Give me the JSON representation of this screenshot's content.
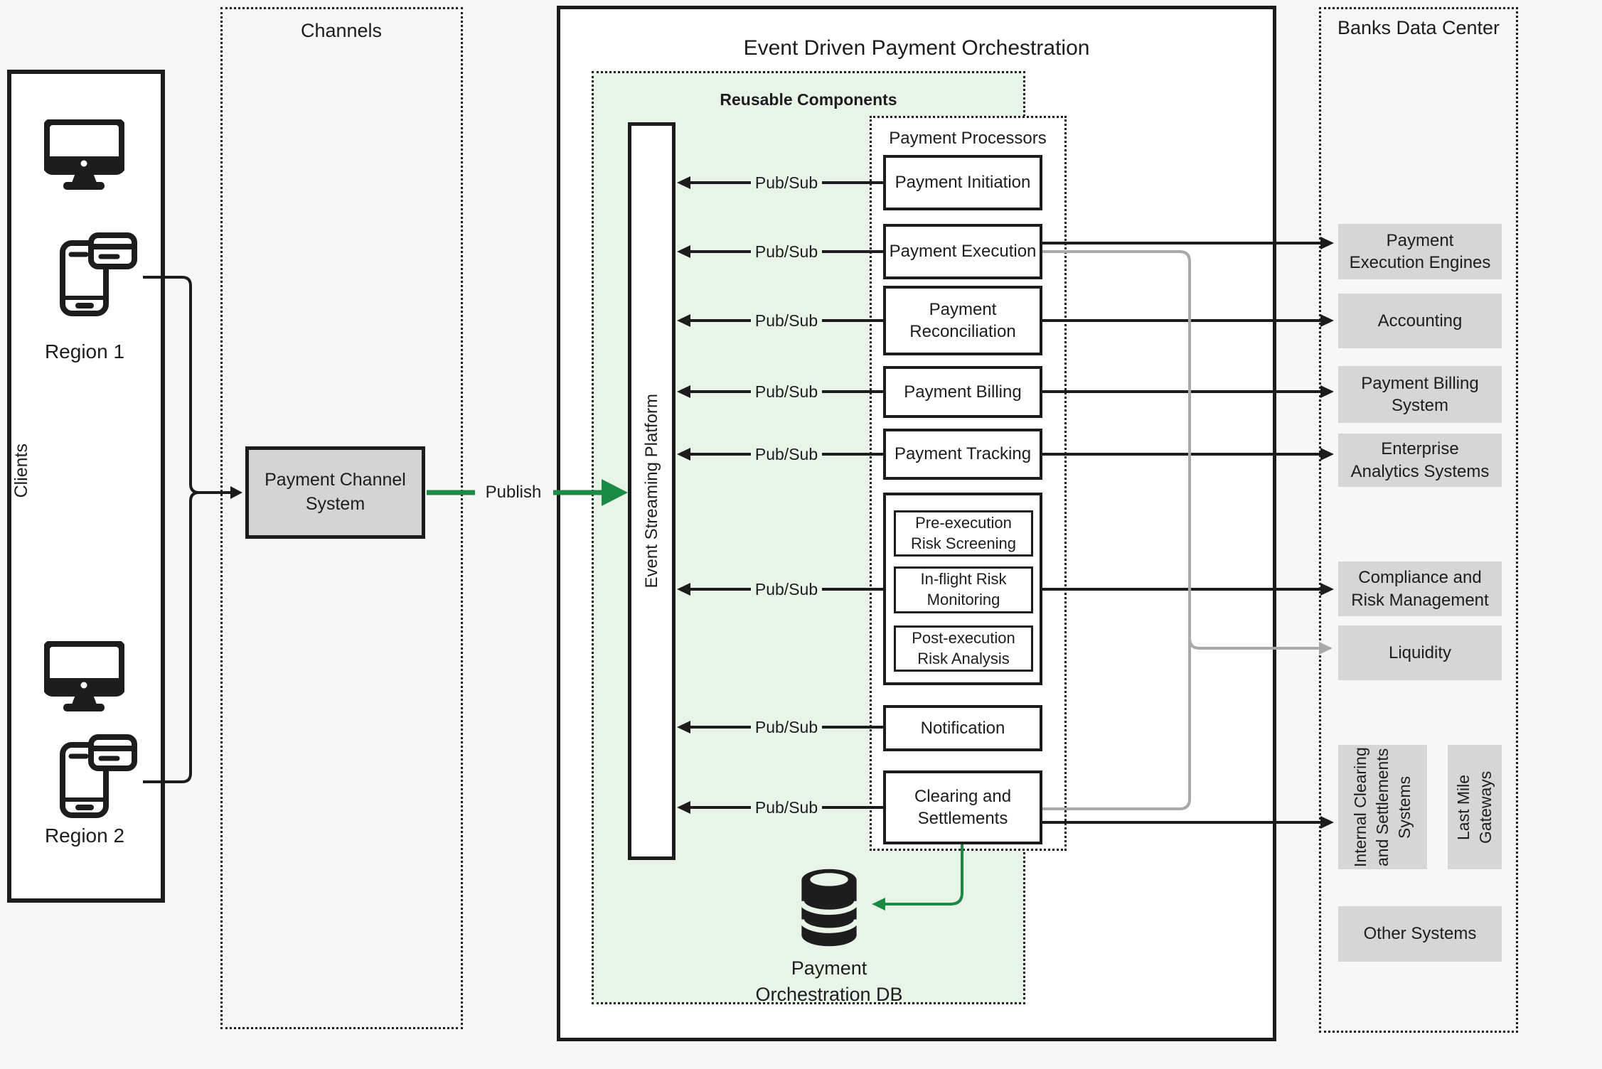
{
  "colors": {
    "background": "#f7f7f7",
    "ink": "#1c1c1c",
    "accent_green": "#1b8a45",
    "light_green_fill": "#e9f4e9",
    "gray_box_fill": "#d6d6d6",
    "gray_line": "#a9a9a9"
  },
  "clients": {
    "label": "Clients",
    "regions": [
      "Region 1",
      "Region 2"
    ],
    "icons": [
      "desktop-computer",
      "mobile-card-payment"
    ]
  },
  "channels": {
    "title": "Channels",
    "system": "Payment Channel System"
  },
  "publish_label": "Publish",
  "orchestration": {
    "title": "Event Driven Payment Orchestration",
    "reusable_title": "Reusable Components",
    "platform_label": "Event Streaming Platform",
    "processors_title": "Payment Processors",
    "pubsub_label": "Pub/Sub",
    "processors": [
      "Payment Initiation",
      "Payment Execution",
      "Payment Reconciliation",
      "Payment Billing",
      "Payment Tracking",
      "Notification",
      "Clearing and Settlements"
    ],
    "risk_components": [
      "Pre-execution Risk Screening",
      "In-flight Risk Monitoring",
      "Post-execution Risk Analysis"
    ],
    "db_icon": "database-cylinder",
    "db_line1": "Payment",
    "db_line2": "Orchestration DB"
  },
  "banks": {
    "title": "Banks Data Center",
    "systems": [
      "Payment Execution Engines",
      "Accounting",
      "Payment Billing System",
      "Enterprise Analytics Systems",
      "Compliance and Risk Management",
      "Liquidity",
      "Internal Clearing and Settlements Systems",
      "Last Mile Gateways",
      "Other Systems"
    ]
  }
}
